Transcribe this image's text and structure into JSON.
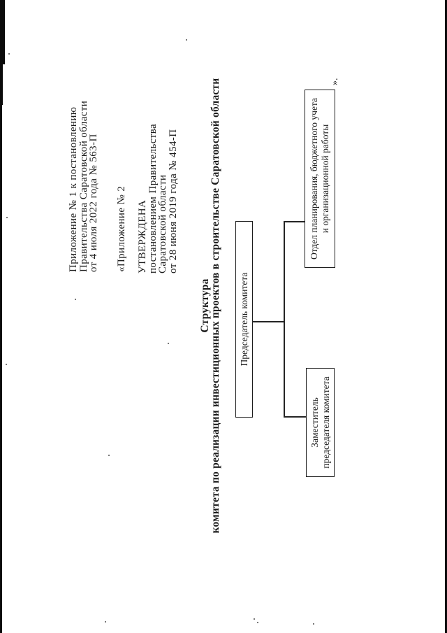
{
  "doc": {
    "appendix_ref": [
      "Приложение № 1 к постановлению",
      "Правительства Саратовской области",
      "от 4 июля 2022 года № 563-П"
    ],
    "appendix_label": "«Приложение № 2",
    "approval": [
      "УТВЕРЖДЕНА",
      "постановлением Правительства",
      "Саратовской области",
      "от 28 июня 2019 года № 454-П"
    ],
    "title": [
      "Структура",
      "комитета по реализации инвестиционных проектов в строительстве Саратовской области"
    ],
    "chart": {
      "chairman": "Председатель комитета",
      "deputy": [
        "Заместитель",
        "председателя комитета"
      ],
      "department": [
        "Отдел планирования, бюджетного учета",
        "и организационной работы"
      ]
    },
    "closing_quote": "».",
    "colors": {
      "ink": "#1b1b1b",
      "paper": "#ffffff",
      "border": "#1d1d1d"
    }
  }
}
